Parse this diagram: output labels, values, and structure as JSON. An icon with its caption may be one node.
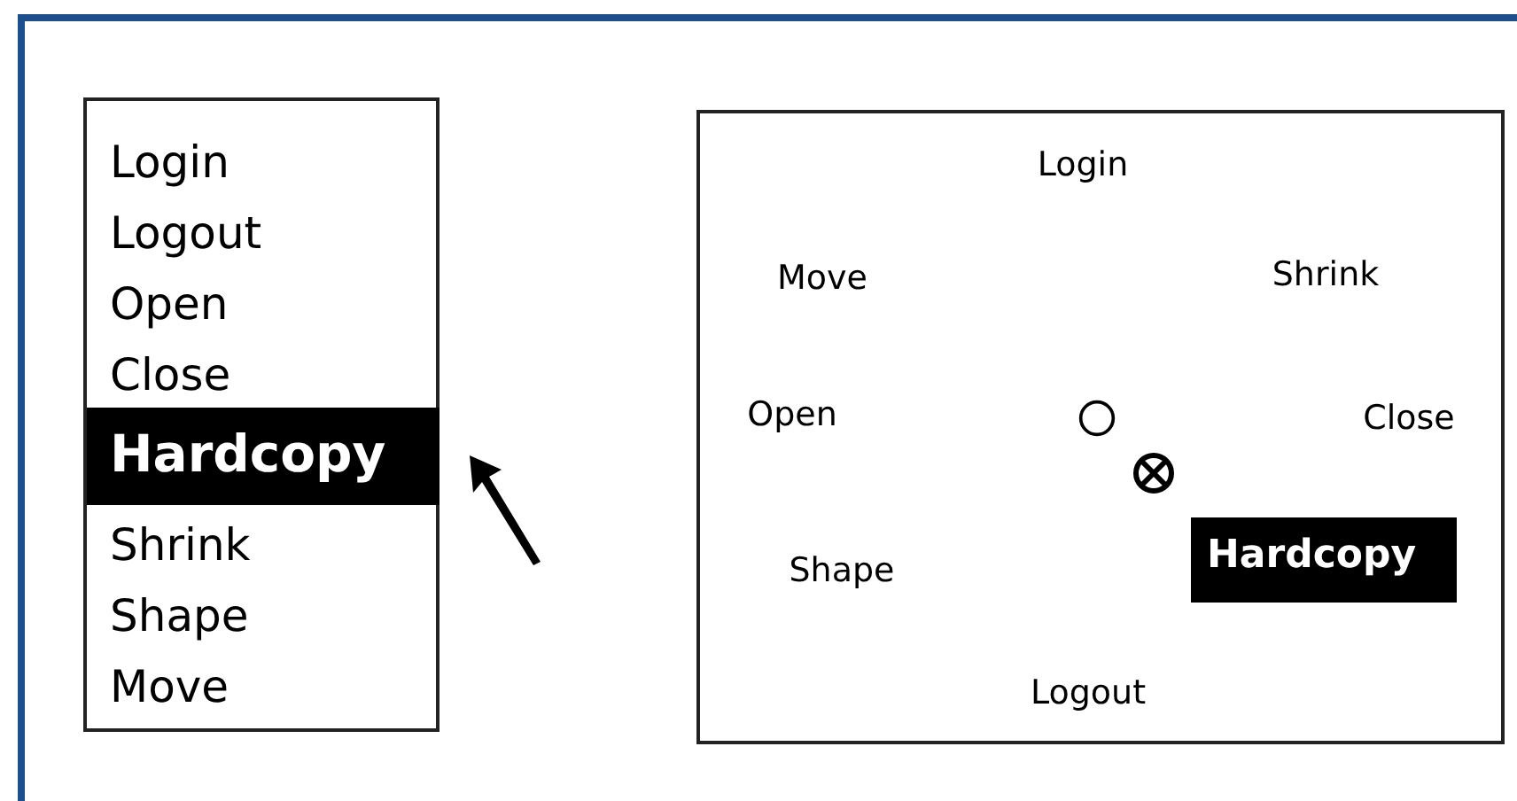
{
  "diagram": {
    "nodes": [
      {
        "text": [
          "Login",
          "Logout",
          "Open",
          "Close",
          "Shrink",
          "Shape",
          "Move"
        ]
      },
      {
        "text": [
          "Hardcopy"
        ],
        "in": 0
      },
      {
        "text": [
          "Login",
          "Move",
          "Shrink",
          "Open",
          "Close",
          "Shape",
          "Logout"
        ]
      },
      {
        "text": [
          "Hardcopy"
        ],
        "in": 2
      },
      {
        "text": [],
        "shape": "circle",
        "in": 2
      },
      {
        "text": [],
        "shape": "circle",
        "in": 2
      }
    ]
  }
}
